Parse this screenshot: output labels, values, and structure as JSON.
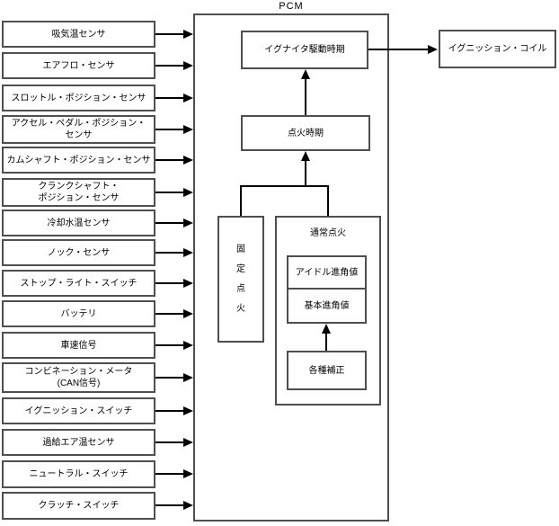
{
  "colors": {
    "line": "#000000",
    "box_border": "#4f4f4f",
    "background": "#ffffff"
  },
  "pcm": {
    "label": "PCM",
    "igniter_drive_timing": "イグナイタ駆動時期",
    "ignition_timing": "点火時期",
    "fixed_ignition": "固\n定\n点\n火",
    "normal_ignition": "通常点火",
    "idle_advance_value": "アイドル進角値",
    "base_advance_value": "基本進角値",
    "various_corrections": "各種補正"
  },
  "inputs": [
    "吸気温センサ",
    "エアフロ・センサ",
    "スロットル・ポジション・センサ",
    "アクセル・ペダル・ポジション・\nセンサ",
    "カムシャフト・ポジション・センサ",
    "クランクシャフト・\nポジション・センサ",
    "冷却水温センサ",
    "ノック・センサ",
    "ストップ・ライト・スイッチ",
    "バッテリ",
    "車速信号",
    "コンビネーション・メータ\n(CAN信号)",
    "イグニッション・スイッチ",
    "過給エア温センサ",
    "ニュートラル・スイッチ",
    "クラッチ・スイッチ"
  ],
  "output": {
    "ignition_coil": "イグニッション・コイル"
  }
}
